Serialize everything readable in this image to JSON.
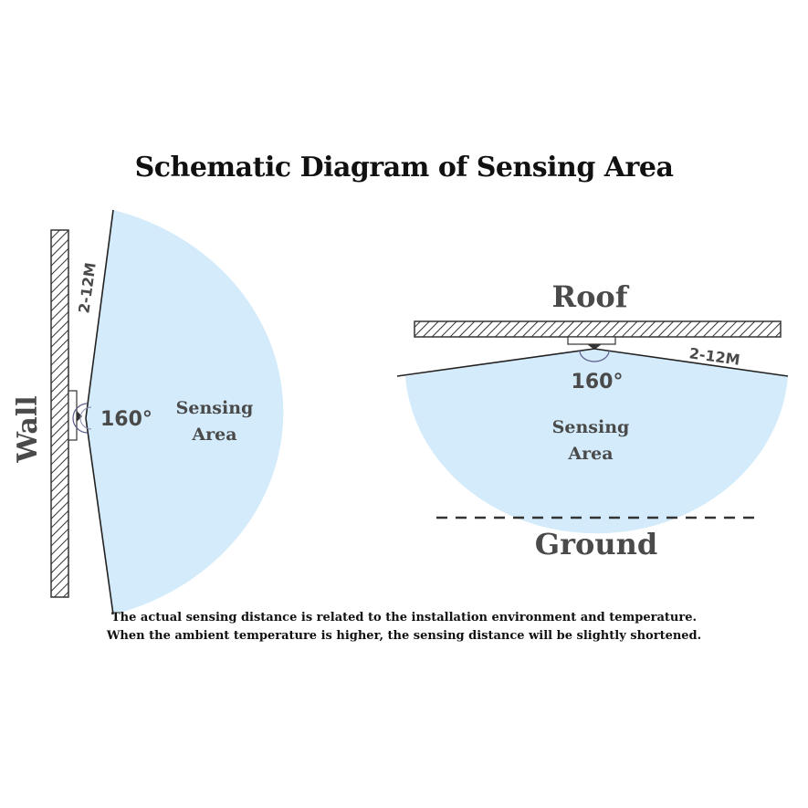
{
  "title": "Schematic Diagram of Sensing Area",
  "wall_view": {
    "surface_label": "Wall",
    "distance_label": "2-12M",
    "angle_label": "160°",
    "area_line1": "Sensing",
    "area_line2": "Area"
  },
  "ceiling_view": {
    "surface_label": "Roof",
    "distance_label": "2-12M",
    "angle_label": "160°",
    "area_line1": "Sensing",
    "area_line2": "Area",
    "ground_label": "Ground"
  },
  "note": {
    "line1": "The actual sensing distance is related to the installation environment and temperature.",
    "line2": "When the ambient temperature is higher, the sensing distance will be slightly shortened."
  },
  "colors": {
    "sensing_fill": "#d3ebfa",
    "label_gray": "#4a4a4a",
    "line": "#222222"
  }
}
